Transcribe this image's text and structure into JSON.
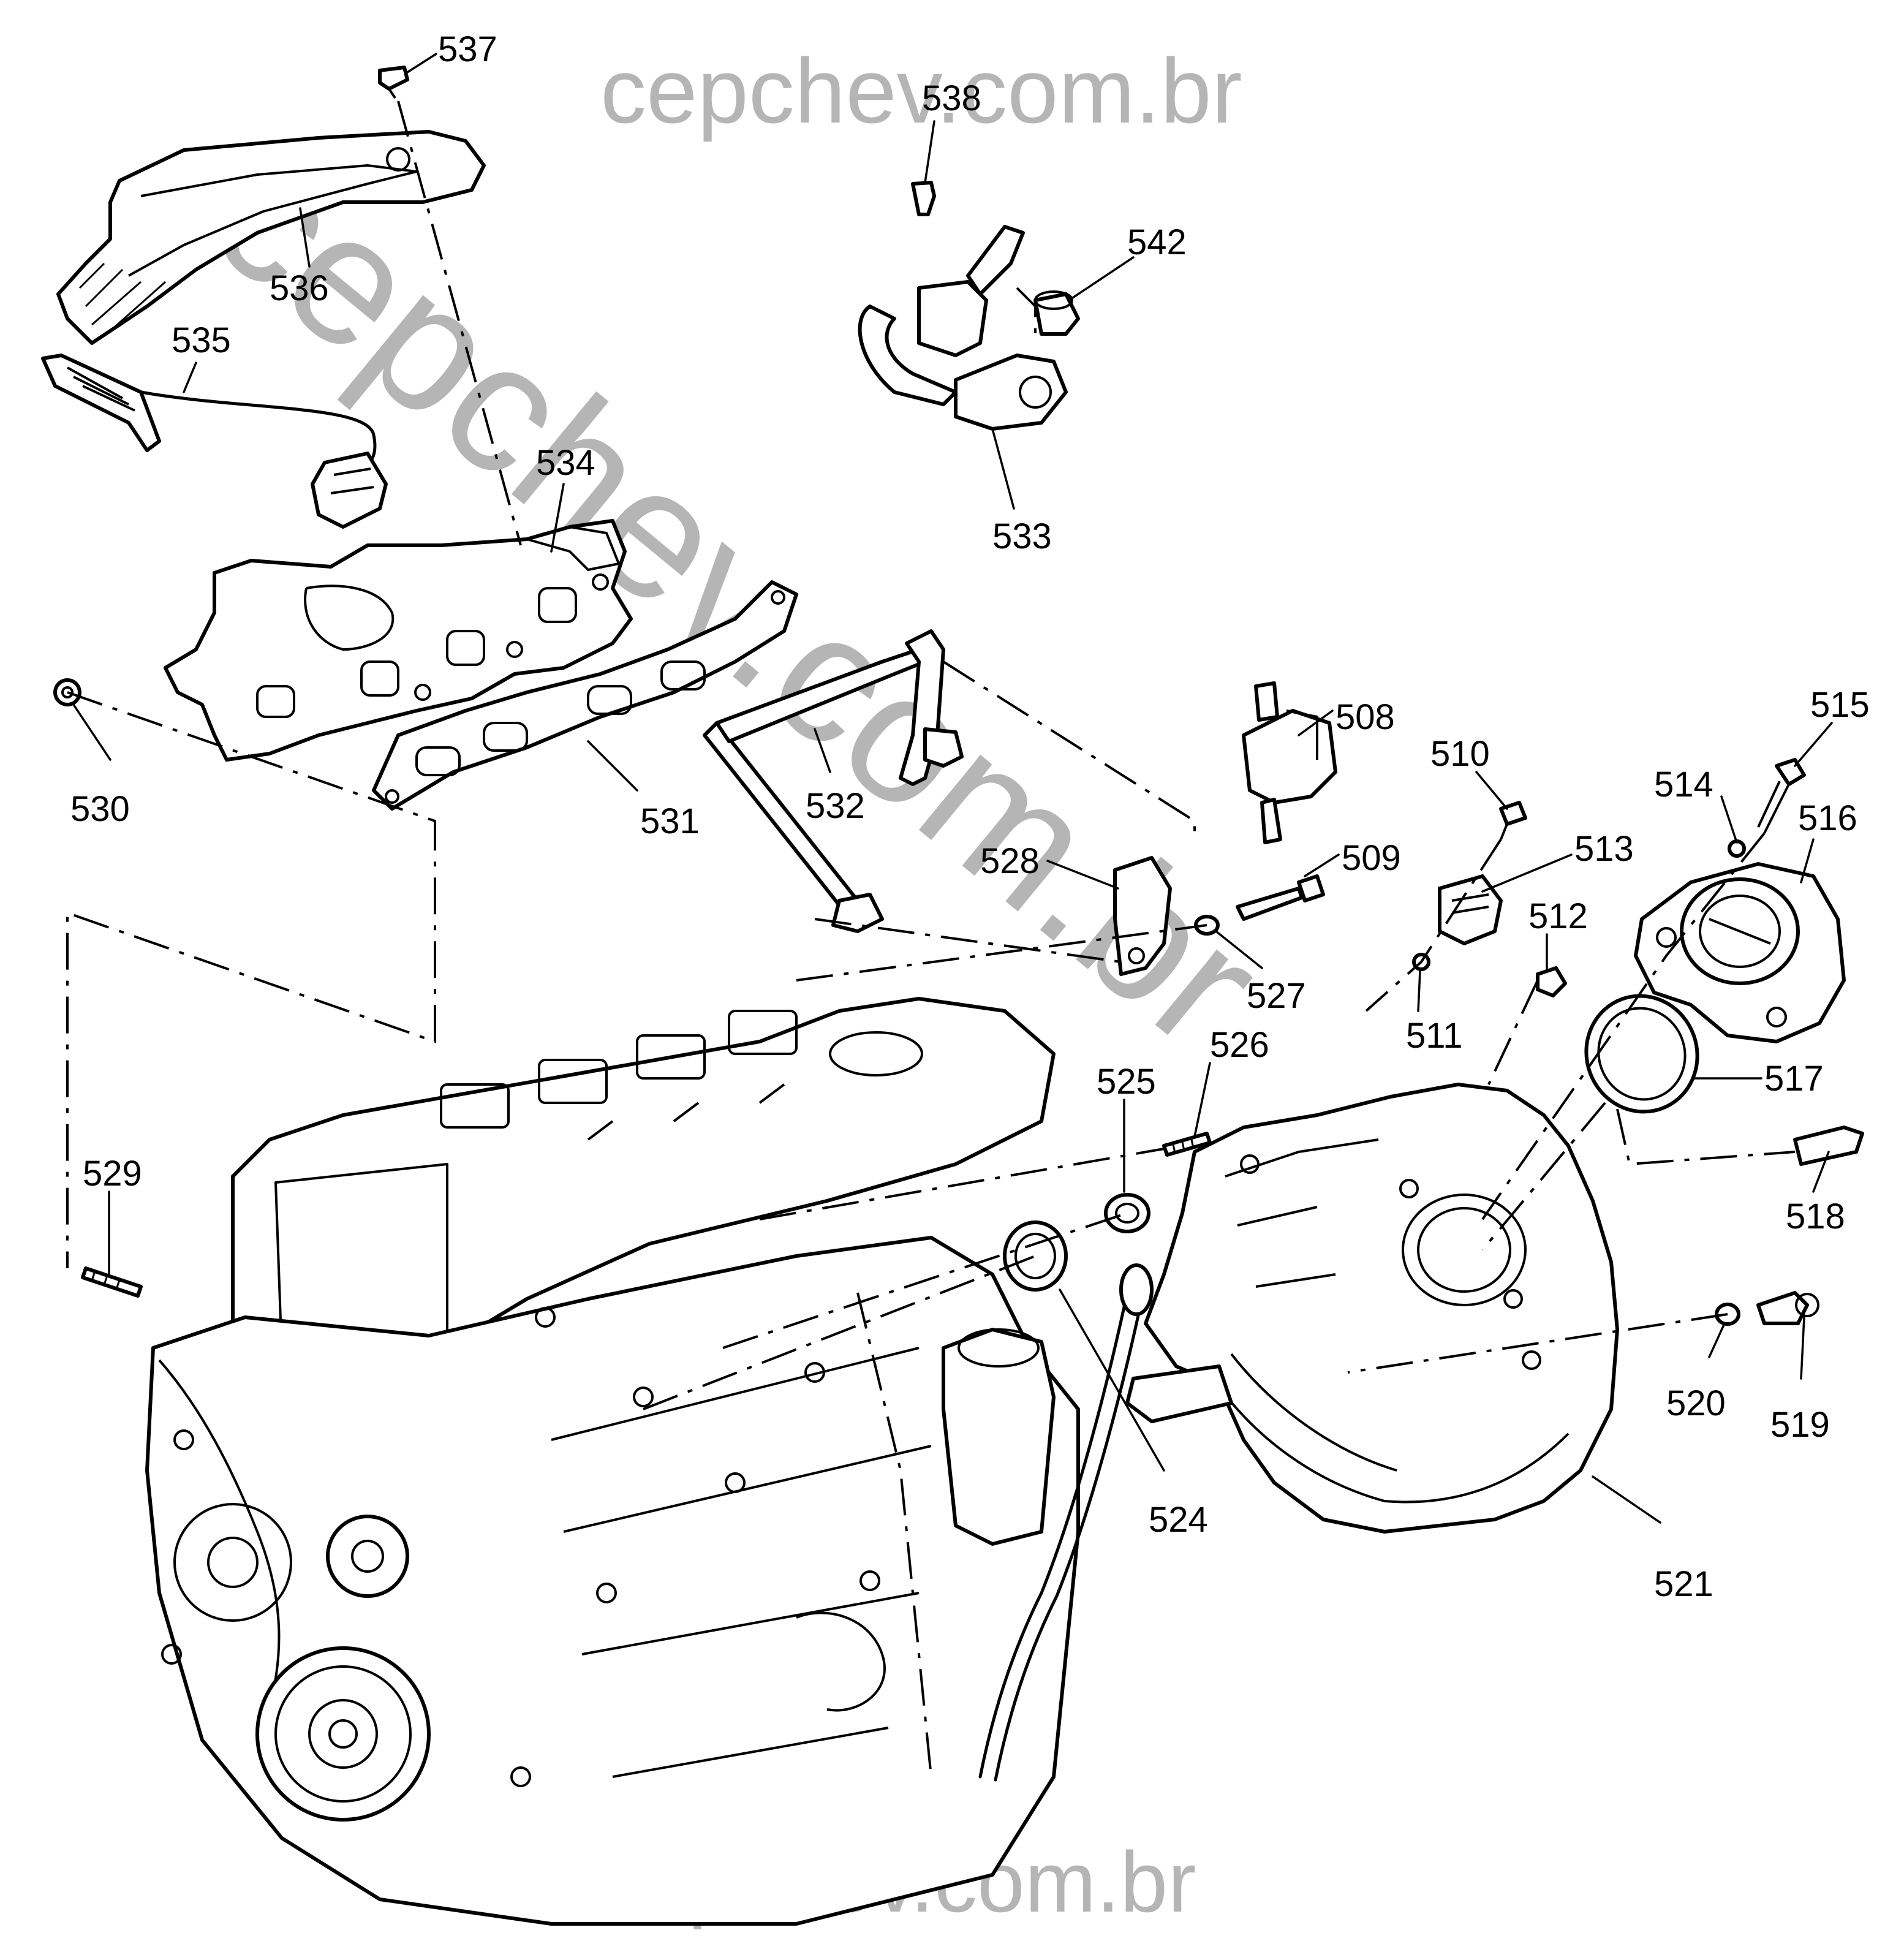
{
  "watermark": {
    "top": "cepchev.com.br",
    "diagonal": "cepchev.com.br",
    "bottom": "cepchev.com.br"
  },
  "callouts": [
    {
      "id": "537",
      "label": "537"
    },
    {
      "id": "538",
      "label": "538"
    },
    {
      "id": "542",
      "label": "542"
    },
    {
      "id": "536",
      "label": "536"
    },
    {
      "id": "535",
      "label": "535"
    },
    {
      "id": "533",
      "label": "533"
    },
    {
      "id": "534",
      "label": "534"
    },
    {
      "id": "530",
      "label": "530"
    },
    {
      "id": "531",
      "label": "531"
    },
    {
      "id": "532",
      "label": "532"
    },
    {
      "id": "508",
      "label": "508"
    },
    {
      "id": "515",
      "label": "515"
    },
    {
      "id": "510",
      "label": "510"
    },
    {
      "id": "514",
      "label": "514"
    },
    {
      "id": "516",
      "label": "516"
    },
    {
      "id": "513",
      "label": "513"
    },
    {
      "id": "528",
      "label": "528"
    },
    {
      "id": "509",
      "label": "509"
    },
    {
      "id": "512",
      "label": "512"
    },
    {
      "id": "527",
      "label": "527"
    },
    {
      "id": "511",
      "label": "511"
    },
    {
      "id": "526",
      "label": "526"
    },
    {
      "id": "525",
      "label": "525"
    },
    {
      "id": "517",
      "label": "517"
    },
    {
      "id": "529",
      "label": "529"
    },
    {
      "id": "518",
      "label": "518"
    },
    {
      "id": "520",
      "label": "520"
    },
    {
      "id": "519",
      "label": "519"
    },
    {
      "id": "524",
      "label": "524"
    },
    {
      "id": "521",
      "label": "521"
    }
  ]
}
